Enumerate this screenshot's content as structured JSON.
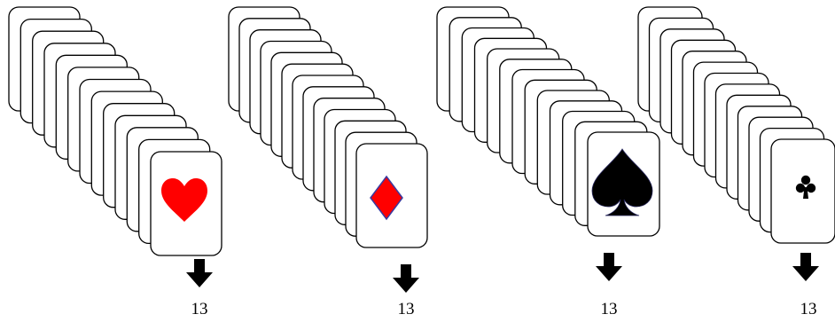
{
  "colors": {
    "card_fill": "#ffffff",
    "card_stroke": "#000000",
    "heart": "#ff0000",
    "diamond": "#ff0000",
    "diamond_outline": "#3a3aa0",
    "spade": "#000000",
    "club": "#000000",
    "arrow": "#000000"
  },
  "stacks": [
    {
      "suit": "heart-icon",
      "count_label": "13"
    },
    {
      "suit": "diamond-icon",
      "count_label": "13"
    },
    {
      "suit": "spade-icon",
      "count_label": "13"
    },
    {
      "suit": "club-icon",
      "count_label": "13"
    }
  ]
}
